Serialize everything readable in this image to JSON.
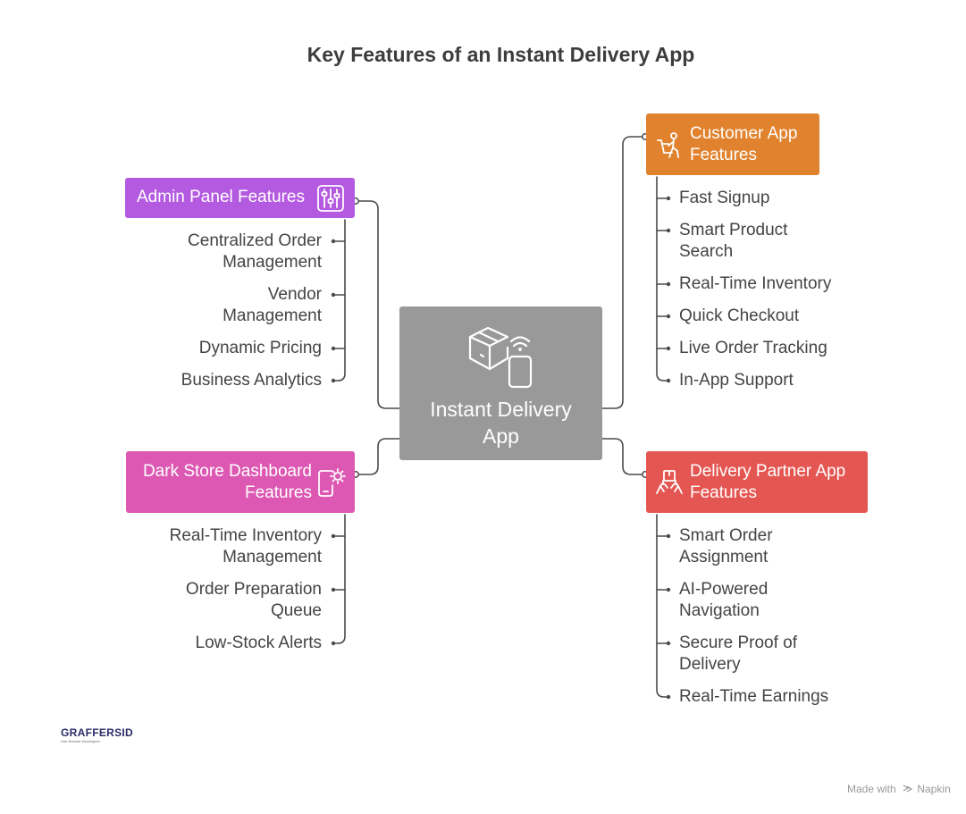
{
  "title": "Key Features of an Instant Delivery App",
  "center": {
    "label_line1": "Instant Delivery",
    "label_line2": "App",
    "icon": "package-phone-icon"
  },
  "admin": {
    "label": "Admin Panel Features",
    "icon": "sliders-icon",
    "color": "#b45ae0",
    "items": [
      [
        "Centralized Order",
        "Management"
      ],
      [
        "Vendor",
        "Management"
      ],
      [
        "Dynamic Pricing"
      ],
      [
        "Business Analytics"
      ]
    ]
  },
  "dark_store": {
    "label_line1": "Dark Store Dashboard",
    "label_line2": "Features",
    "icon": "phone-gear-icon",
    "color": "#dc58b2",
    "items": [
      [
        "Real-Time Inventory",
        "Management"
      ],
      [
        "Order Preparation",
        "Queue"
      ],
      [
        "Low-Stock Alerts"
      ]
    ]
  },
  "customer": {
    "label_line1": "Customer App",
    "label_line2": "Features",
    "icon": "person-cart-icon",
    "color": "#e1832e",
    "items": [
      [
        "Fast Signup"
      ],
      [
        "Smart Product",
        "Search"
      ],
      [
        "Real-Time Inventory"
      ],
      [
        "Quick Checkout"
      ],
      [
        "Live Order Tracking"
      ],
      [
        "In-App Support"
      ]
    ]
  },
  "delivery": {
    "label_line1": "Delivery Partner App",
    "label_line2": "Features",
    "icon": "hands-package-icon",
    "color": "#e45652",
    "items": [
      [
        "Smart Order",
        "Assignment"
      ],
      [
        "AI-Powered",
        "Navigation"
      ],
      [
        "Secure Proof of",
        "Delivery"
      ],
      [
        "Real-Time Earnings"
      ]
    ]
  },
  "logo": {
    "name": "GRAFFERSID",
    "tagline": "Hire Remote Developers"
  },
  "footer": {
    "made_with": "Made with",
    "brand": "Napkin"
  }
}
